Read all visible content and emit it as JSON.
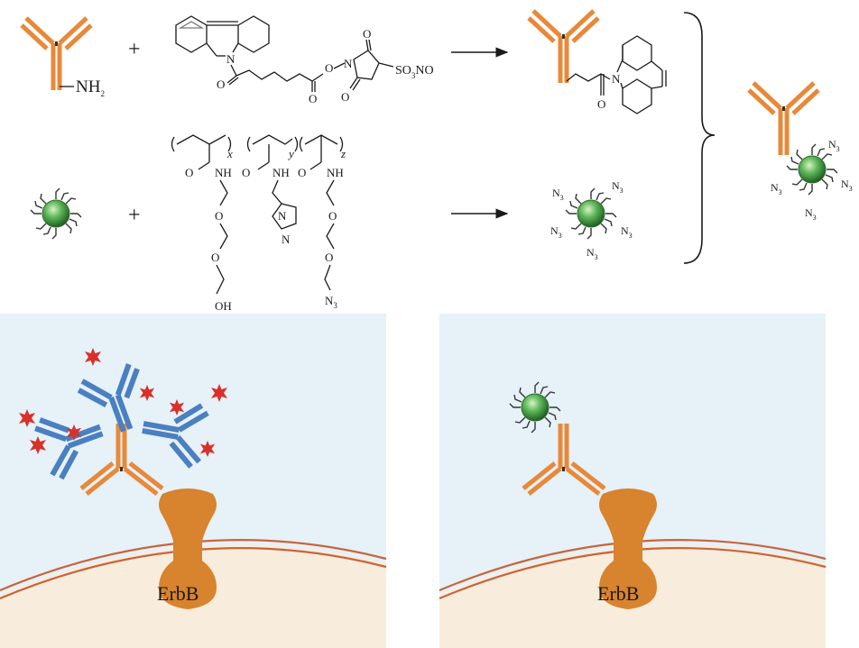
{
  "labels": {
    "nh2": "NH",
    "nh2_sub": "2",
    "plus": "+",
    "so3no": "SO",
    "so3no_sub": "3",
    "so3no_tail": "NO",
    "n": "N",
    "o": "O",
    "nh": "NH",
    "oh": "OH",
    "n3": "N",
    "n3_sub": "3",
    "x": "x",
    "y": "y",
    "z": "z",
    "erbb_left": "ErbB",
    "erbb_right": "ErbB"
  },
  "colors": {
    "antibody_orange": "#e8893a",
    "antibody_blue": "#4a7fc0",
    "star_red": "#d8312a",
    "qd_green": "#3f9a3f",
    "panel_bg": "#e6f1f8",
    "cell": "#f8eddc",
    "erbb": "#d8832e"
  },
  "icons": [
    "antibody-icon",
    "quantum-dot-icon",
    "arrow-icon",
    "brace-icon",
    "fluorophore-star-icon",
    "erbb-receptor-icon"
  ]
}
